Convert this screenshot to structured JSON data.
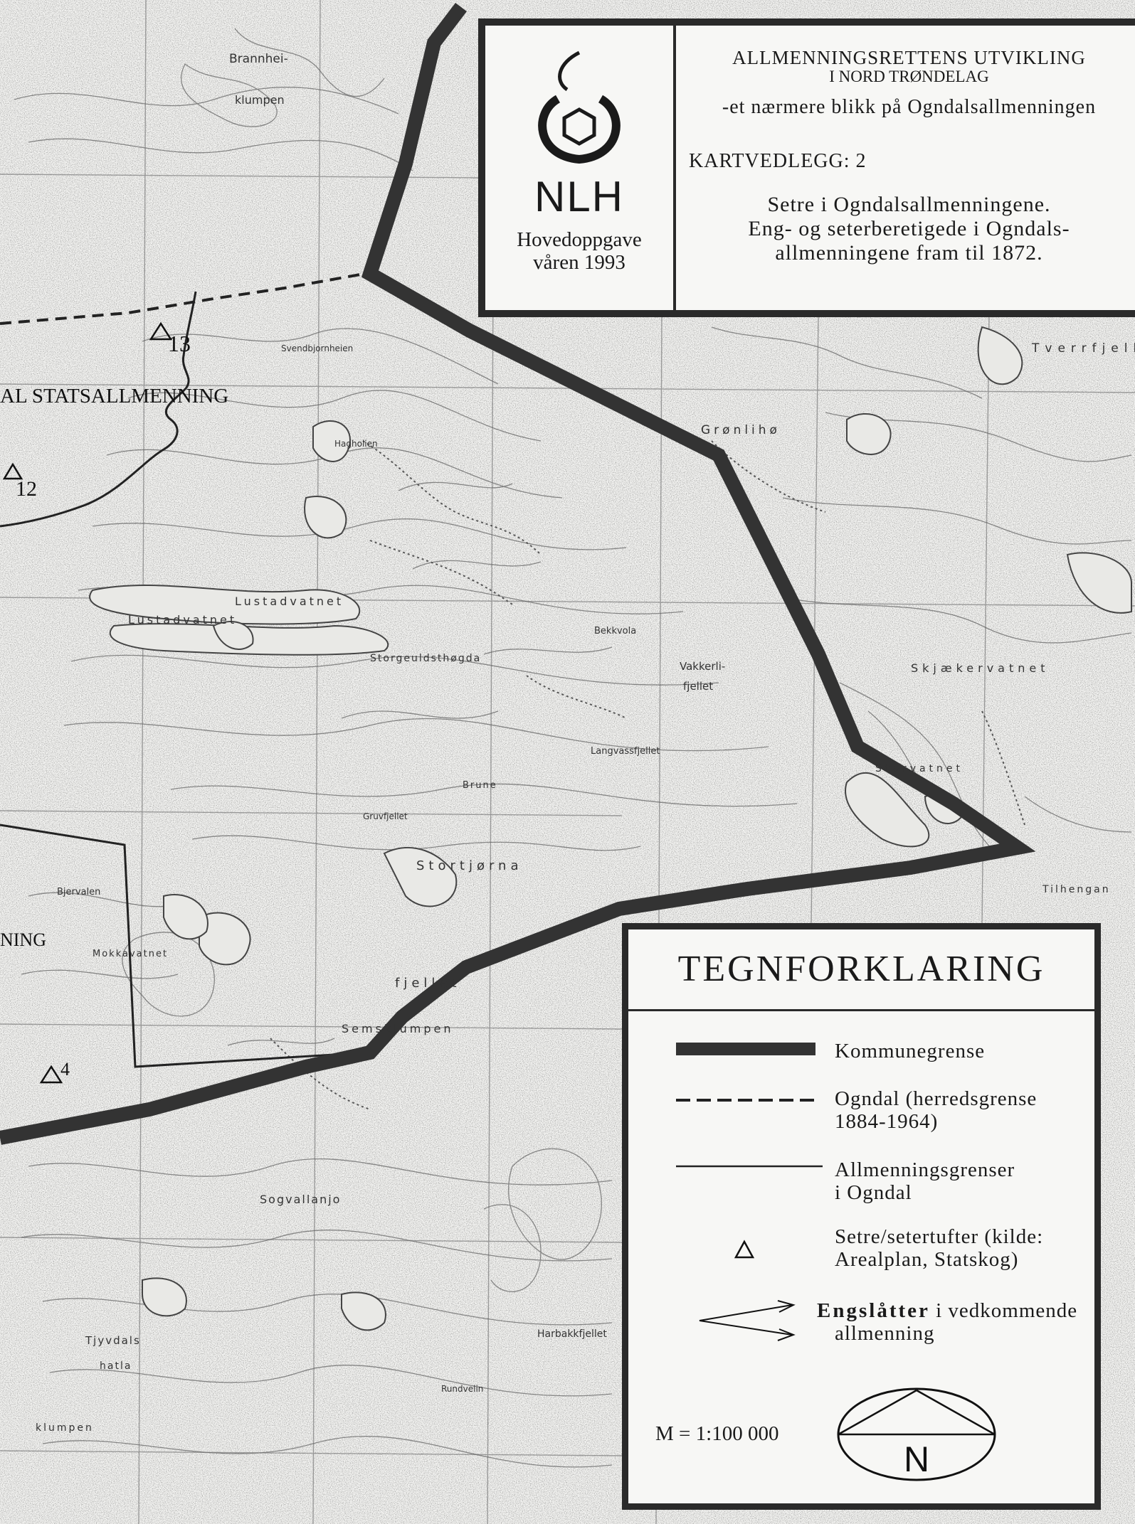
{
  "title_block": {
    "logo_text": "NLH",
    "logo_sub1": "Hovedoppgave",
    "logo_sub2": "våren 1993",
    "title_line1": "ALLMENNINGSRETTENS UTVIKLING",
    "title_line2": "I NORD TRØNDELAG",
    "subtitle": "-et nærmere blikk på Ogndalsallmenningen",
    "kartvedlegg": "KARTVEDLEGG: 2",
    "desc_line1": "Setre i Ogndalsallmenningene.",
    "desc_line2": "Eng- og seterberetigede i Ogndals-",
    "desc_line3": "allmenningene fram til 1872."
  },
  "legend": {
    "title": "TEGNFORKLARING",
    "kommunegrense": "Kommunegrense",
    "ogndal_l1": "Ogndal (herredsgrense",
    "ogndal_l2": "1884-1964)",
    "allm_l1": "Allmenningsgrenser",
    "allm_l2": "i Ogndal",
    "setre_l1": "Setre/setertufter (kilde:",
    "setre_l2": "Arealplan, Statskog)",
    "eng_bold": "Engslåtter",
    "eng_rest": "i vedkommende",
    "eng_l2": "allmenning",
    "scale": "M = 1:100 000",
    "north": "N"
  },
  "map": {
    "allmenning_label_1": "AL STATSALLMENNING",
    "allmenning_label_2": "NING",
    "seter_13": "13",
    "seter_12": "12",
    "seter_4": "4",
    "place_names": [
      "Brannhei-",
      "klumpen",
      "Svendbjornheien",
      "Hagholien",
      "Grønlihø",
      "Lustadvatnet",
      "Lustadvatnet",
      "Storgeuldsthøgda",
      "Bekkvola",
      "Vakkerli-",
      "fjellet",
      "Skjækervatnet",
      "Storvatnet",
      "Stortjørna",
      "fjellet",
      "Semsklumpen",
      "Sogvallanjo",
      "Mokkavatnet",
      "Harbakkfjellet",
      "Tjyvdals",
      "hatla",
      "klumpen",
      "Rundvelin",
      "Tverrfjellet",
      "Tilhengan",
      "Langvassfjellet",
      "Brune",
      "Gruvfjellet",
      "Bjervalen"
    ]
  },
  "colors": {
    "boundary": "#3a3a3a",
    "paper": "#f3f3f1",
    "ink": "#1a1a1a"
  }
}
